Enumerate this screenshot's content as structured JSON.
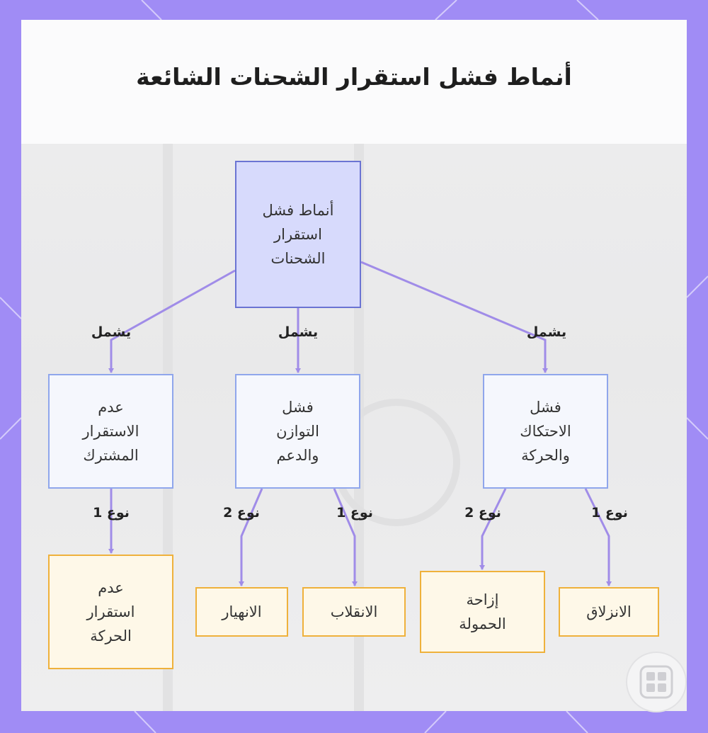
{
  "diagram": {
    "title": "أنماط فشل استقرار الشحنات الشائعة",
    "nodes": [
      {
        "id": "root",
        "label": "أنماط فشل استقرار الشحنات"
      },
      {
        "id": "friction",
        "label": "فشل الاحتكاك والحركة"
      },
      {
        "id": "balance",
        "label": "فشل التوازن والدعم"
      },
      {
        "id": "combined",
        "label": "عدم الاستقرار المشترك"
      },
      {
        "id": "slip",
        "label": "الانزلاق"
      },
      {
        "id": "shift",
        "label": "إزاحة الحمولة"
      },
      {
        "id": "tip",
        "label": "الانقلاب"
      },
      {
        "id": "collapse",
        "label": "الانهيار"
      },
      {
        "id": "motion",
        "label": "عدم استقرار الحركة"
      }
    ],
    "edges": [
      {
        "from": "root",
        "to": "friction",
        "label": "يشمل"
      },
      {
        "from": "root",
        "to": "balance",
        "label": "يشمل"
      },
      {
        "from": "root",
        "to": "combined",
        "label": "يشمل"
      },
      {
        "from": "friction",
        "to": "slip",
        "label": "نوع 1"
      },
      {
        "from": "friction",
        "to": "shift",
        "label": "نوع 2"
      },
      {
        "from": "balance",
        "to": "tip",
        "label": "نوع 1"
      },
      {
        "from": "balance",
        "to": "collapse",
        "label": "نوع 2"
      },
      {
        "from": "combined",
        "to": "motion",
        "label": "نوع 1"
      }
    ],
    "colors": {
      "frame": "#a08cf5",
      "edge": "#a08ce8",
      "root_fill": "#d7dafc",
      "root_border": "#6b74d3",
      "category_fill": "#f5f7fd",
      "category_border": "#8fa6ec",
      "leaf_fill": "#fef8e8",
      "leaf_border": "#efb13b"
    },
    "logo_icon": "grid-logo-icon"
  }
}
